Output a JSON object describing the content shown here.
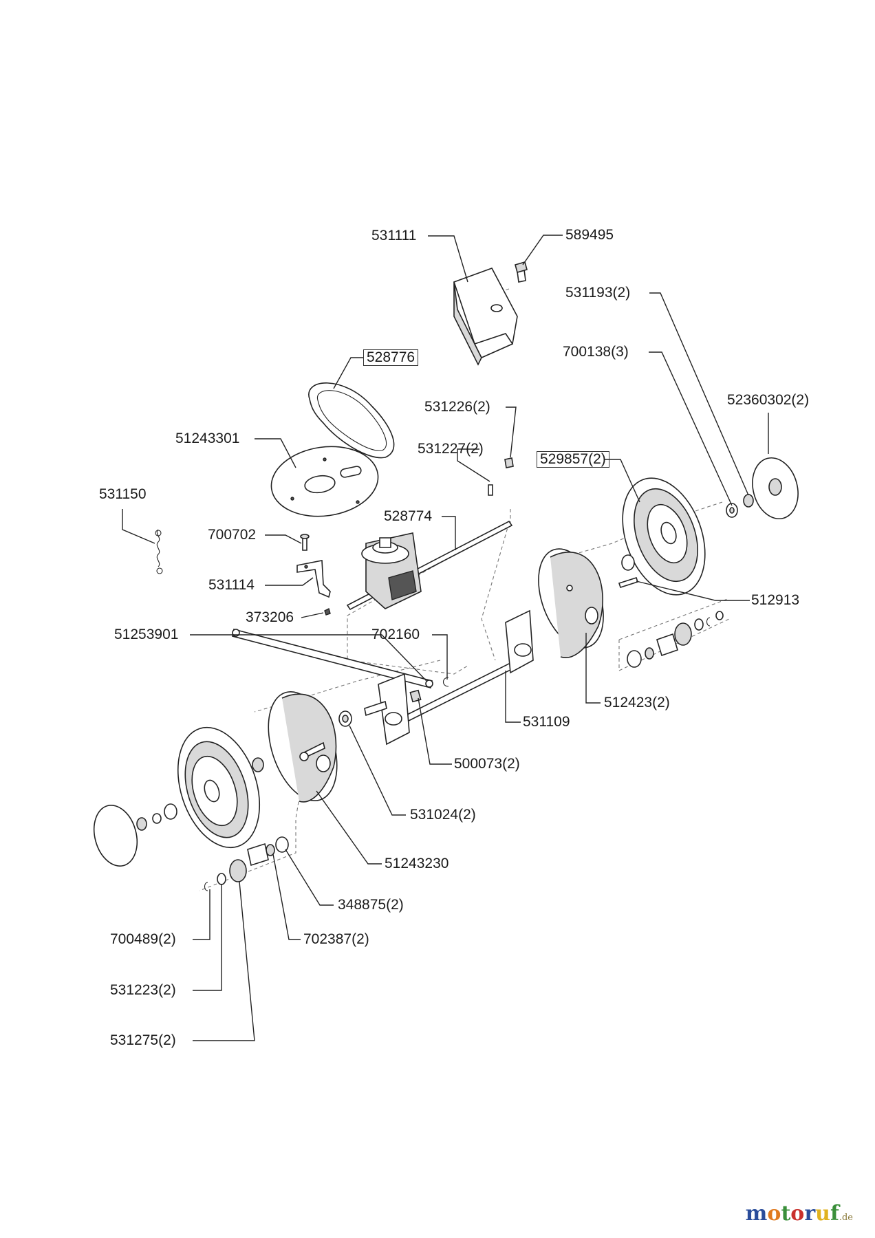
{
  "labels": {
    "p531111": "531111",
    "p589495": "589495",
    "p531193": "531193(2)",
    "p700138": "700138(3)",
    "p52360302": "52360302(2)",
    "p528776": "528776",
    "p531226": "531226(2)",
    "p531227": "531227(2)",
    "p529857": "529857(2)",
    "p51243301": "51243301",
    "p531150": "531150",
    "p700702": "700702",
    "p528774": "528774",
    "p531114": "531114",
    "p373206": "373206",
    "p512913": "512913",
    "p51253901": "51253901",
    "p702160": "702160",
    "p512423": "512423(2)",
    "p531109": "531109",
    "p500073": "500073(2)",
    "p531024": "531024(2)",
    "p51243230": "51243230",
    "p348875": "348875(2)",
    "p700489": "700489(2)",
    "p702387": "702387(2)",
    "p531223": "531223(2)",
    "p531275": "531275(2)"
  },
  "logo": {
    "text": "motoruf",
    "suffix": ".de"
  },
  "colors": {
    "logo_m": "#2a4d9b",
    "logo_o1": "#e07a1f",
    "logo_t": "#3a8f3a",
    "logo_o2": "#c9302c",
    "logo_r": "#2a4d9b",
    "logo_u": "#e0b21f",
    "logo_f": "#3a8f3a"
  }
}
